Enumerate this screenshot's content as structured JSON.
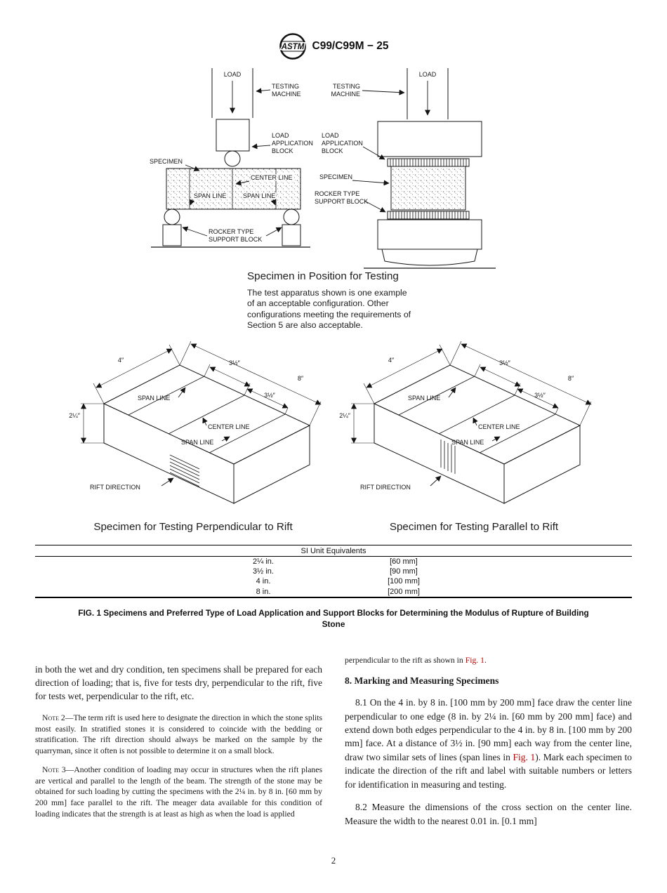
{
  "header": {
    "logo_text": "ASTM",
    "doc_code": "C99/C99M − 25"
  },
  "apparatus": {
    "load": "LOAD",
    "testing_machine": [
      "TESTING",
      "MACHINE"
    ],
    "load_application_block": [
      "LOAD",
      "APPLICATION",
      "BLOCK"
    ],
    "specimen": "SPECIMEN",
    "center_line": "CENTER LINE",
    "span_line": "SPAN LINE",
    "rocker_support": [
      "ROCKER TYPE",
      "SUPPORT BLOCK"
    ]
  },
  "position_caption": {
    "title": "Specimen in Position for Testing",
    "lines": [
      "The test apparatus shown is one example",
      "of an acceptable configuration. Other",
      "configurations meeting the requirements of",
      "Section 5 are also acceptable."
    ]
  },
  "iso": {
    "dims": {
      "d4": "4″",
      "d8": "8″",
      "d35": "3½″",
      "d225": "2¼″"
    },
    "span_line": "SPAN LINE",
    "center_line": "CENTER LINE",
    "rift_direction": "RIFT DIRECTION",
    "caption_perpendicular": "Specimen for Testing Perpendicular to Rift",
    "caption_parallel": "Specimen for Testing Parallel to Rift"
  },
  "si_table": {
    "title": "SI Unit Equivalents",
    "rows": [
      {
        "in": "2¼ in.",
        "mm": "[60 mm]"
      },
      {
        "in": "3½ in.",
        "mm": "[90 mm]"
      },
      {
        "in": "4 in.",
        "mm": "[100 mm]"
      },
      {
        "in": "8 in.",
        "mm": "[200 mm]"
      }
    ]
  },
  "fig_caption": {
    "line1": "FIG. 1  Specimens and Preferred Type of Load Application and Support Blocks for Determining the Modulus of Rupture of Building",
    "line2": "Stone"
  },
  "body": {
    "left": {
      "para1": "in both the wet and dry condition, ten specimens shall be prepared for each direction of loading; that is, five for tests dry, perpendicular to the rift, five for tests wet, perpendicular to the rift, etc.",
      "note2_label": "Note 2",
      "note2_text": "—The term rift is used here to designate the direction in which the stone splits most easily. In stratified stones it is considered to coincide with the bedding or stratification. The rift direction should always be marked on the sample by the quarryman, since it often is not possible to determine it on a small block.",
      "note3_label": "Note 3",
      "note3_text": "—Another condition of loading may occur in structures when the rift planes are vertical and parallel to the length of the beam. The strength of the stone may be obtained for such loading by cutting the specimens with the 2¼ in. by 8 in. [60 mm by 200 mm] face parallel to the rift. The meager data available for this condition of loading indicates that the strength is at least as high as when the load is applied"
    },
    "right": {
      "cont_pre": "perpendicular to the rift as shown in ",
      "cont_link": "Fig. 1",
      "cont_post": ".",
      "h8": "8. Marking and Measuring Specimens",
      "p81_pre": "8.1 On the 4 in. by 8 in. [100 mm by 200 mm] face draw the center line perpendicular to one edge (8 in. by 2¼ in. [60 mm by 200 mm] face) and extend down both edges perpendicular to the 4 in. by 8 in. [100 mm by 200 mm] face. At a distance of 3½ in. [90 mm] each way from the center line, draw two similar sets of lines (span lines in ",
      "p81_link": "Fig. 1",
      "p81_post": "). Mark each specimen to indicate the direction of the rift and label with suitable numbers or letters for identification in measuring and testing.",
      "p82": "8.2 Measure the dimensions of the cross section on the center line. Measure the width to the nearest 0.01 in. [0.1 mm]"
    }
  },
  "footer": {
    "page_number": "2"
  },
  "colors": {
    "link_red": "#c00000",
    "ink": "#141414"
  }
}
